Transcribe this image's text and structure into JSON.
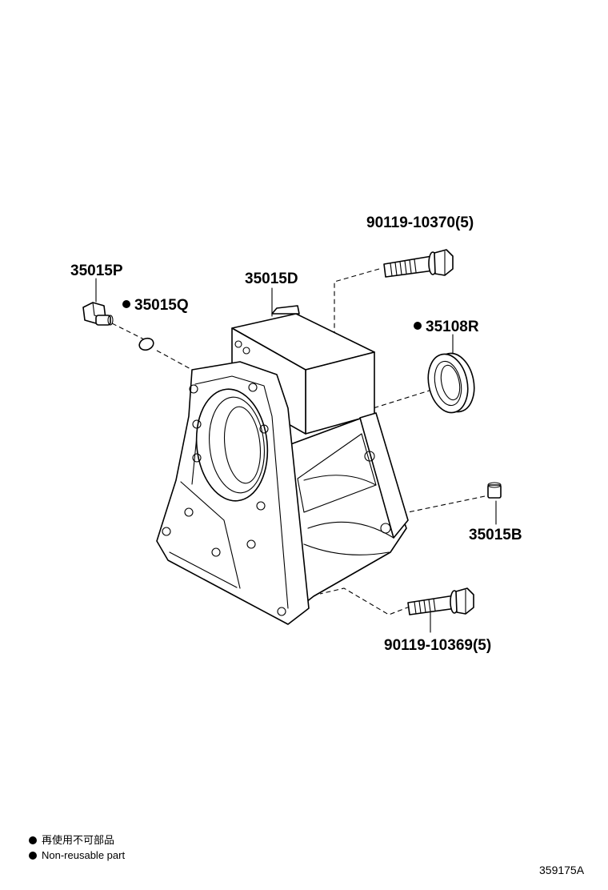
{
  "parts": {
    "p1": "35015P",
    "p2": "35015Q",
    "p3": "35015D",
    "p4": "90119-10370(5)",
    "p5": "35108R",
    "p6": "35015B",
    "p7": "90119-10369(5)"
  },
  "legend": {
    "line1": "再使用不可部品",
    "line2": "Non-reusable part"
  },
  "illustration_code": "359175A"
}
